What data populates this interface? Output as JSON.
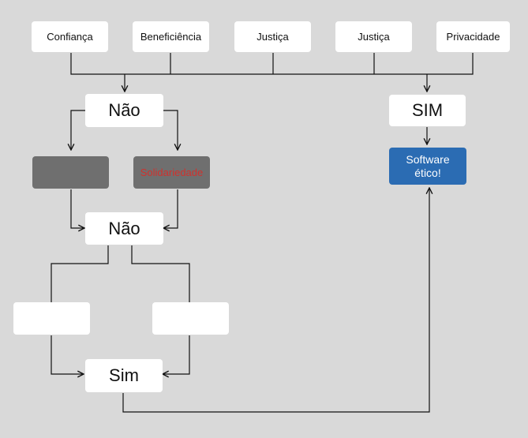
{
  "principles": [
    "Confiança",
    "Beneficiência",
    "Justiça",
    "Justiça",
    "Privacidade"
  ],
  "no_branch": {
    "top_label": "Não",
    "options": [
      "",
      "Solidariedade"
    ],
    "middle_label": "Não",
    "options_2": [
      "",
      ""
    ],
    "bottom_label": "Sim"
  },
  "yes_branch": {
    "label": "SIM",
    "result_line1": "Software",
    "result_line2": "ético!"
  },
  "colors": {
    "background": "#d9d9d9",
    "box": "#ffffff",
    "gray_box": "#6f6f6f",
    "highlight_text": "#d0312d",
    "result_box": "#2b6cb3"
  }
}
